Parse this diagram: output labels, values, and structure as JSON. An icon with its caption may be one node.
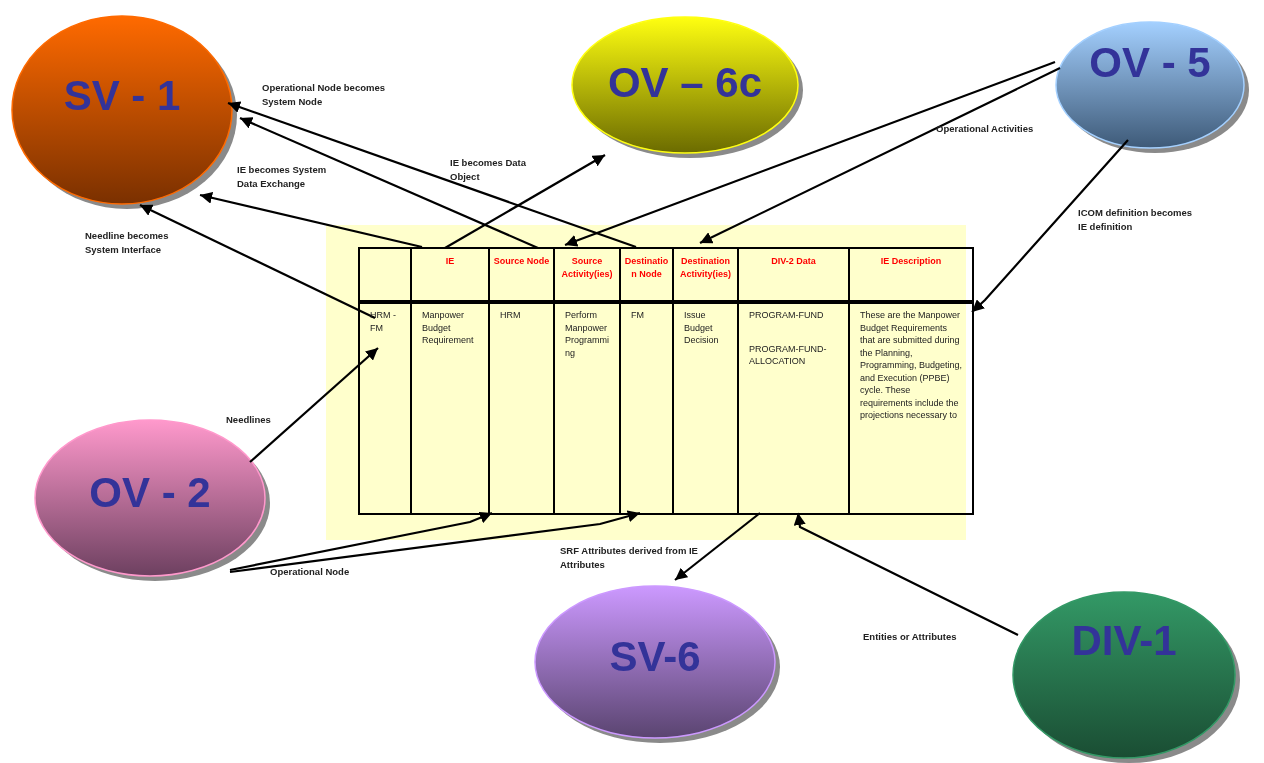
{
  "diagram": {
    "nodes": [
      {
        "text": [
          "SV - 1"
        ]
      },
      {
        "text": [
          "OV – 6c"
        ]
      },
      {
        "text": [
          "OV - 5"
        ]
      },
      {
        "text": [],
        "shape": "box"
      },
      {
        "text": [],
        "shape": "box",
        "in": 3
      },
      {
        "text": [
          "IE"
        ],
        "in": 3
      },
      {
        "text": [
          "Source Node"
        ],
        "in": 3
      },
      {
        "text": [
          "Source Activity(ies)"
        ],
        "in": 3
      },
      {
        "text": [
          "Destination Node"
        ],
        "in": 3
      },
      {
        "text": [
          "Destination Activity(ies)"
        ],
        "in": 3
      },
      {
        "text": [
          "DIV-2 Data"
        ],
        "in": 3
      },
      {
        "text": [
          "IE Description"
        ],
        "in": 3
      },
      {
        "text": [
          "HRM - FM"
        ],
        "in": 3
      },
      {
        "text": [
          "Manpower Budget Requirement"
        ],
        "in": 3
      },
      {
        "text": [
          "HRM"
        ],
        "in": 3
      },
      {
        "text": [
          "Perform Manpower Programming"
        ],
        "in": 3
      },
      {
        "text": [
          "FM"
        ],
        "in": 3
      },
      {
        "text": [
          "Issue Budget Decision"
        ],
        "in": 3
      },
      {
        "text": [
          "PROGRAM-FUND",
          "PROGRAM-FUND-ALLOCATION"
        ],
        "in": 3
      },
      {
        "text": [
          "These are the Manpower Budget Requirements that are submitted during the Planning, Programming, Budgeting, and Execution (PPBE) cycle. These requirements include the projections necessary to"
        ],
        "in": 3
      },
      {
        "text": [
          "OV - 2"
        ]
      },
      {
        "text": [
          "SV-6"
        ]
      },
      {
        "text": [
          "DIV-1"
        ]
      }
    ],
    "edges": [
      {
        "from": 5,
        "to": 0,
        "arrow": "to"
      },
      {
        "from": 6,
        "to": 0,
        "arrow": "to"
      },
      {
        "from": 8,
        "to": 0,
        "arrow": "to"
      },
      {
        "from": 5,
        "to": 1,
        "arrow": "to"
      },
      {
        "from": 2,
        "to": 7,
        "arrow": "to"
      },
      {
        "from": 2,
        "to": 9,
        "arrow": "to"
      },
      {
        "from": 2,
        "to": 19,
        "arrow": "to"
      },
      {
        "from": 12,
        "to": 0,
        "arrow": "to"
      },
      {
        "from": 20,
        "to": 12,
        "arrow": "to"
      },
      {
        "from": 20,
        "to": 14,
        "arrow": "to"
      },
      {
        "from": 20,
        "to": 16,
        "arrow": "to"
      },
      {
        "from": 18,
        "to": 21,
        "arrow": "to"
      },
      {
        "from": 22,
        "to": 18,
        "arrow": "to"
      }
    ],
    "labels": [
      "Operational Node becomes System Node",
      "IE becomes Data Object",
      "Operational Activities",
      "IE becomes System Data Exchange",
      "ICOM definition becomes IE definition",
      "Needline becomes System Interface",
      "Needlines",
      "SRF Attributes derived from IE Attributes",
      "Operational Node",
      "Entities or Attributes"
    ]
  }
}
